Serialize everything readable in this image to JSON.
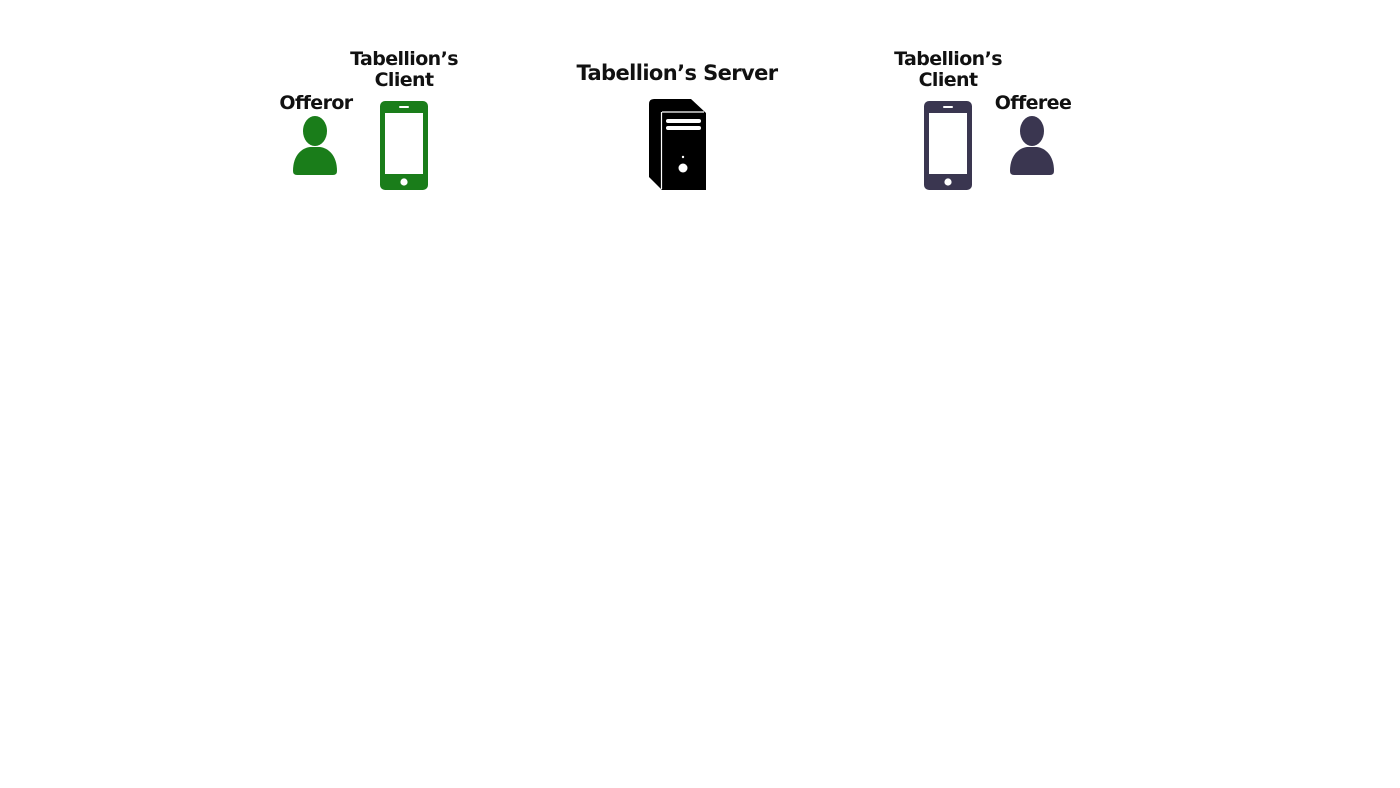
{
  "diagram": {
    "nodes": [
      {
        "id": "offeror",
        "label": "Offeror",
        "icon": "person-icon",
        "color": "#1a7d1a"
      },
      {
        "id": "offeror-client",
        "label_line1": "Tabellion’s",
        "label_line2": "Client",
        "icon": "smartphone-icon",
        "color": "#1a7d1a"
      },
      {
        "id": "server",
        "label": "Tabellion’s Server",
        "icon": "server-tower-icon",
        "color": "#000000"
      },
      {
        "id": "offeree-client",
        "label_line1": "Tabellion’s",
        "label_line2": "Client",
        "icon": "smartphone-icon",
        "color": "#3a3650"
      },
      {
        "id": "offeree",
        "label": "Offeree",
        "icon": "person-icon",
        "color": "#3a3650"
      }
    ]
  }
}
